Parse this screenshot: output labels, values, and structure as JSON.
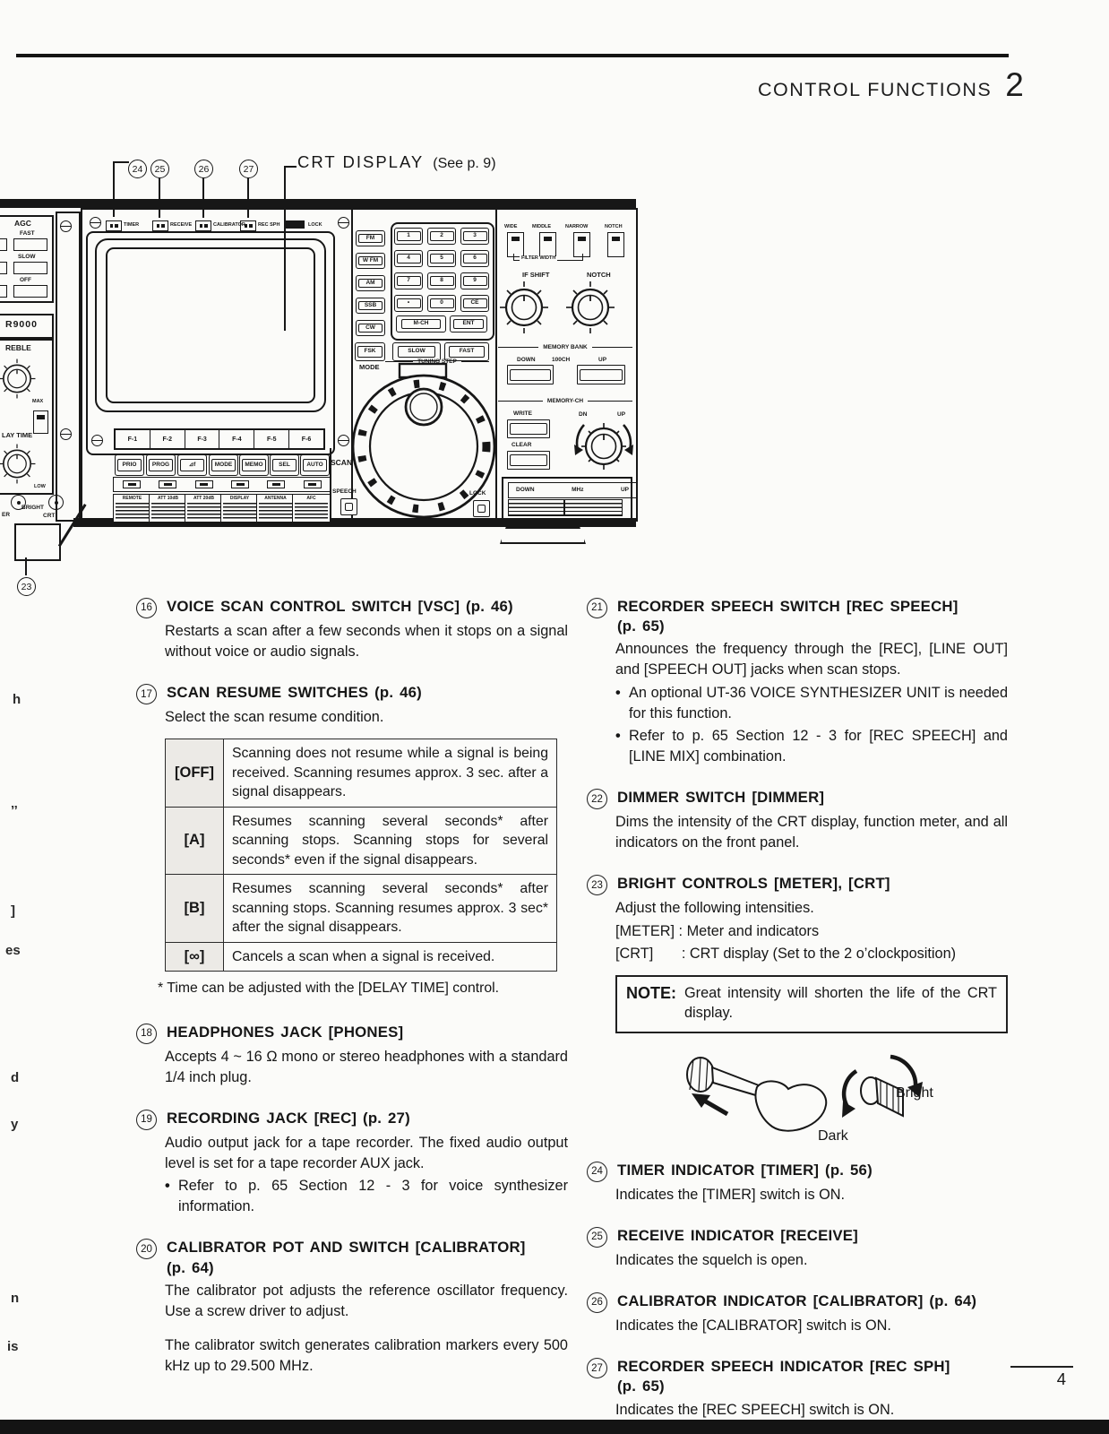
{
  "page": {
    "header_title": "CONTROL FUNCTIONS",
    "header_number": "2",
    "page_number": "4"
  },
  "margin_fragments": [
    "h",
    "’’",
    "]",
    "es",
    "d",
    "y",
    "n",
    "is"
  ],
  "diagram": {
    "crt_callout": "CRT DISPLAY",
    "crt_callout_ref": "(See p. 9)",
    "callouts": [
      "24",
      "25",
      "26",
      "27"
    ],
    "callout_23": "23",
    "indicators": [
      "TIMER",
      "RECEIVE",
      "CALIBRATOR",
      "REC SPH",
      "LOCK"
    ],
    "left": {
      "agc": "AGC",
      "agc_buttons": [
        "FAST",
        "SLOW",
        "OFF"
      ],
      "model": "R9000",
      "treble": "REBLE",
      "max": "MAX",
      "delay_time": "LAY TIME",
      "low": "LOW",
      "bright": "BRIGHT",
      "meter": "ER",
      "crt": "CRT"
    },
    "mode": {
      "label": "MODE",
      "keys": [
        "FM",
        "W FM",
        "AM",
        "SSB",
        "CW",
        "FSK"
      ]
    },
    "keypad": {
      "keys": [
        "1",
        "2",
        "3",
        "4",
        "5",
        "6",
        "7",
        "8",
        "9",
        "•",
        "0",
        "CE"
      ],
      "mch": "M-CH",
      "ent": "ENT"
    },
    "tuning": {
      "slow": "SLOW",
      "fast": "FAST",
      "label": "TUNING STEP"
    },
    "fkeys": [
      "F-1",
      "F-2",
      "F-3",
      "F-4",
      "F-5",
      "F-6"
    ],
    "scan": {
      "keys": [
        "PRIO",
        "PROG",
        "⊿f",
        "MODE",
        "MEMO",
        "SEL",
        "AUTO"
      ],
      "label": "SCAN"
    },
    "lower_keys": [
      "REMOTE",
      "ATT 10dB",
      "ATT 20dB",
      "DISPLAY",
      "ANTENNA",
      "AFC"
    ],
    "speech": "SPEECH",
    "lock": "LOCK",
    "filter": {
      "labels": [
        "WIDE",
        "MIDDLE",
        "NARROW",
        "NOTCH"
      ],
      "caption": "FILTER WIDTH"
    },
    "if_shift": "IF SHIFT",
    "notch": "NOTCH",
    "memory_bank": {
      "label": "MEMORY BANK",
      "down": "DOWN",
      "hundred": "100CH",
      "up": "UP"
    },
    "memory_ch": {
      "label": "MEMORY-CH",
      "write": "WRITE",
      "clear": "CLEAR",
      "dn": "DN",
      "up": "UP"
    },
    "mhz": {
      "down": "DOWN",
      "unit": "MHz",
      "up": "UP"
    }
  },
  "sections_left": [
    {
      "num": "16",
      "title": "VOICE SCAN CONTROL SWITCH [VSC] (p. 46)",
      "paras": [
        "Restarts a scan after a few seconds when it stops on a signal without voice or audio signals."
      ]
    },
    {
      "num": "17",
      "title": "SCAN RESUME SWITCHES (p. 46)",
      "paras": [
        "Select the scan resume condition."
      ]
    },
    {
      "num": "18",
      "title": "HEADPHONES JACK [PHONES]",
      "paras": [
        "Accepts 4 ~ 16 Ω mono or stereo headphones with a standard 1/4 inch plug."
      ]
    },
    {
      "num": "19",
      "title": "RECORDING JACK [REC] (p. 27)",
      "paras": [
        "Audio output jack for a tape recorder.  The fixed audio output level is set for a tape recorder AUX jack."
      ],
      "bullets": [
        "Refer to p. 65 Section 12 - 3 for voice synthesizer information."
      ]
    },
    {
      "num": "20",
      "title": "CALIBRATOR POT AND SWITCH [CALIBRATOR]",
      "title2": "(p. 64)",
      "paras": [
        "The calibrator pot adjusts the reference oscillator frequency.  Use a screw driver to adjust.",
        "The calibrator switch generates calibration markers every 500 kHz up to 29.500 MHz."
      ]
    }
  ],
  "scan_table": {
    "rows": [
      {
        "key": "[OFF]",
        "text": "Scanning does not resume while a signal is being received.  Scanning resumes approx. 3 sec. after a signal disappears."
      },
      {
        "key": "[A]",
        "text": "Resumes scanning several seconds* after scanning stops.  Scanning stops for several seconds* even if the signal disappears."
      },
      {
        "key": "[B]",
        "text": "Resumes scanning several seconds* after scanning stops.  Scanning resumes approx. 3 sec* after the signal disappears."
      },
      {
        "key": "[∞]",
        "text": "Cancels a scan when a signal is received."
      }
    ],
    "footnote": "* Time can be adjusted with the [DELAY TIME] control."
  },
  "sections_right": [
    {
      "num": "21",
      "title": "RECORDER SPEECH SWITCH [REC SPEECH]",
      "title2": "(p. 65)",
      "paras": [
        "Announces the frequency through the [REC], [LINE OUT] and [SPEECH OUT] jacks when scan stops."
      ],
      "bullets": [
        "An optional UT-36 VOICE SYNTHESIZER UNIT is needed for this function.",
        "Refer to p. 65 Section 12 - 3 for [REC SPEECH] and [LINE MIX] combination."
      ]
    },
    {
      "num": "22",
      "title": "DIMMER SWITCH [DIMMER]",
      "paras": [
        "Dims the intensity of the CRT display, function meter, and all indicators on the front panel."
      ]
    },
    {
      "num": "23",
      "title": "BRIGHT CONTROLS [METER], [CRT]",
      "paras": [
        "Adjust the following intensities.",
        "[METER] : Meter and indicators",
        "[CRT]       : CRT display (Set to the 2 o’clockposition)"
      ]
    },
    {
      "num": "24",
      "title": "TIMER INDICATOR [TIMER] (p. 56)",
      "paras": [
        "Indicates the [TIMER] switch is ON."
      ]
    },
    {
      "num": "25",
      "title": "RECEIVE INDICATOR [RECEIVE]",
      "paras": [
        "Indicates the squelch is open."
      ]
    },
    {
      "num": "26",
      "title": "CALIBRATOR INDICATOR [CALIBRATOR] (p. 64)",
      "paras": [
        "Indicates the [CALIBRATOR] switch is ON."
      ]
    },
    {
      "num": "27",
      "title": "RECORDER SPEECH INDICATOR [REC SPH]",
      "title2": "(p. 65)",
      "paras": [
        "Indicates the [REC SPEECH] switch is ON."
      ]
    }
  ],
  "note": {
    "label": "NOTE:",
    "text": "Great intensity will shorten the life of the CRT display."
  },
  "knob_illustration": {
    "bright": "Bright",
    "dark": "Dark"
  }
}
